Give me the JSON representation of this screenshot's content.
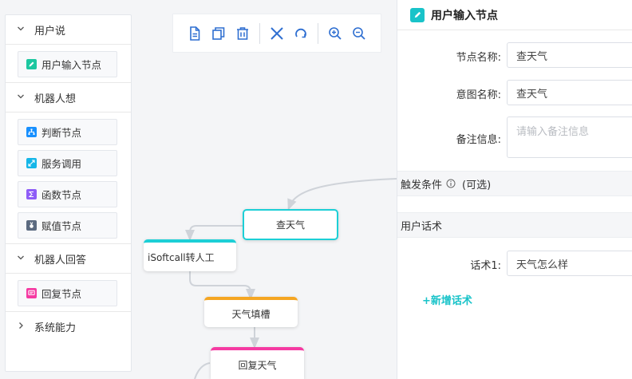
{
  "palette": {
    "groups": [
      {
        "title": "用户说",
        "expanded": true,
        "items": [
          {
            "label": "用户输入节点",
            "icon": "edit-icon",
            "color": "#1cc7a0"
          }
        ]
      },
      {
        "title": "机器人想",
        "expanded": true,
        "items": [
          {
            "label": "判断节点",
            "icon": "branch-icon",
            "color": "#1890ff"
          },
          {
            "label": "服务调用",
            "icon": "expand-icon",
            "color": "#15b6e8"
          },
          {
            "label": "函数节点",
            "icon": "sigma-icon",
            "color": "#8e5cf7"
          },
          {
            "label": "赋值节点",
            "icon": "medal-icon",
            "color": "#5b6a80"
          }
        ]
      },
      {
        "title": "机器人回答",
        "expanded": true,
        "items": [
          {
            "label": "回复节点",
            "icon": "message-icon",
            "color": "#f53aa2"
          }
        ]
      },
      {
        "title": "系统能力",
        "expanded": false,
        "items": []
      }
    ]
  },
  "toolbar": {
    "buttons": [
      "file-icon",
      "copy-icon",
      "delete-icon",
      "close-icon",
      "redo-icon",
      "zoom-in-icon",
      "zoom-out-icon"
    ]
  },
  "canvas": {
    "nodes": [
      {
        "id": "n1",
        "label": "查天气",
        "accent": "#1ccfd6"
      },
      {
        "id": "n2",
        "label": "iSoftcall转人工",
        "accent": "#1ccfd6"
      },
      {
        "id": "n3",
        "label": "天气填槽",
        "accent": "#f5a623"
      },
      {
        "id": "n4",
        "label": "回复天气",
        "accent": "#f53aa2"
      }
    ]
  },
  "panel": {
    "title": "用户输入节点",
    "title_icon": "edit-icon",
    "accent": "#19c3c9",
    "fields": {
      "node_name": {
        "label": "节点名称:",
        "value": "查天气"
      },
      "intent_name": {
        "label": "意图名称:",
        "value": "查天气"
      },
      "remark": {
        "label": "备注信息:",
        "placeholder": "请输入备注信息"
      }
    },
    "trigger": {
      "label": "触发条件",
      "optional": "(可选)"
    },
    "speech_section": "用户话术",
    "speech": [
      {
        "label": "话术1:",
        "value": "天气怎么样"
      }
    ],
    "add_speech": "+新增话术"
  }
}
